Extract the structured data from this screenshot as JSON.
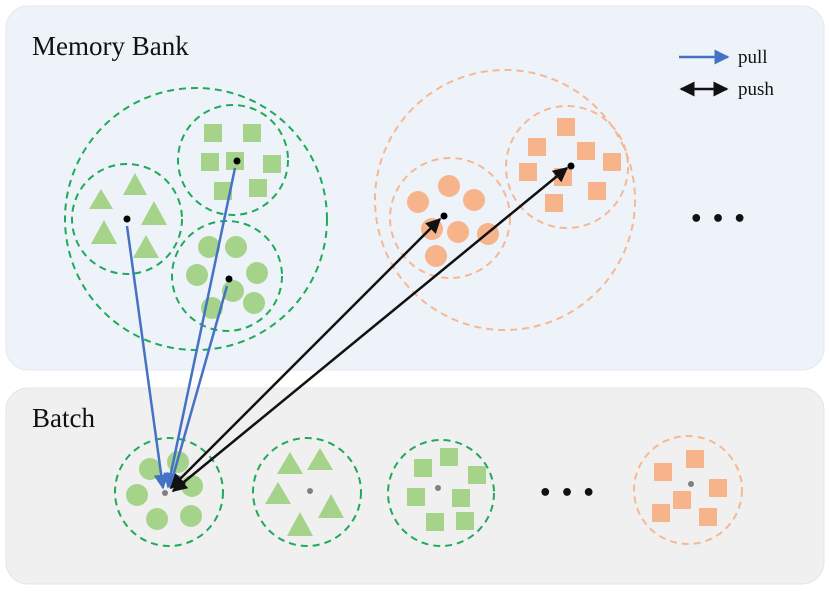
{
  "panels": {
    "memory_bank": {
      "title": "Memory Bank"
    },
    "batch": {
      "title": "Batch"
    }
  },
  "legend": {
    "pull_label": "pull",
    "push_label": "push"
  },
  "ellipsis_glyph": "• • •",
  "colors": {
    "memory_panel_bg": "#eef3fa",
    "batch_panel_bg": "#f0f0f0",
    "green_shape": "#a5d38a",
    "green_dash": "#1faa5a",
    "orange_shape": "#f7b48a",
    "orange_dash": "#f5b892",
    "pull_arrow": "#4472c4",
    "push_arrow": "#111111",
    "center_dot_memory": "#000000",
    "center_dot_batch": "#808080"
  }
}
